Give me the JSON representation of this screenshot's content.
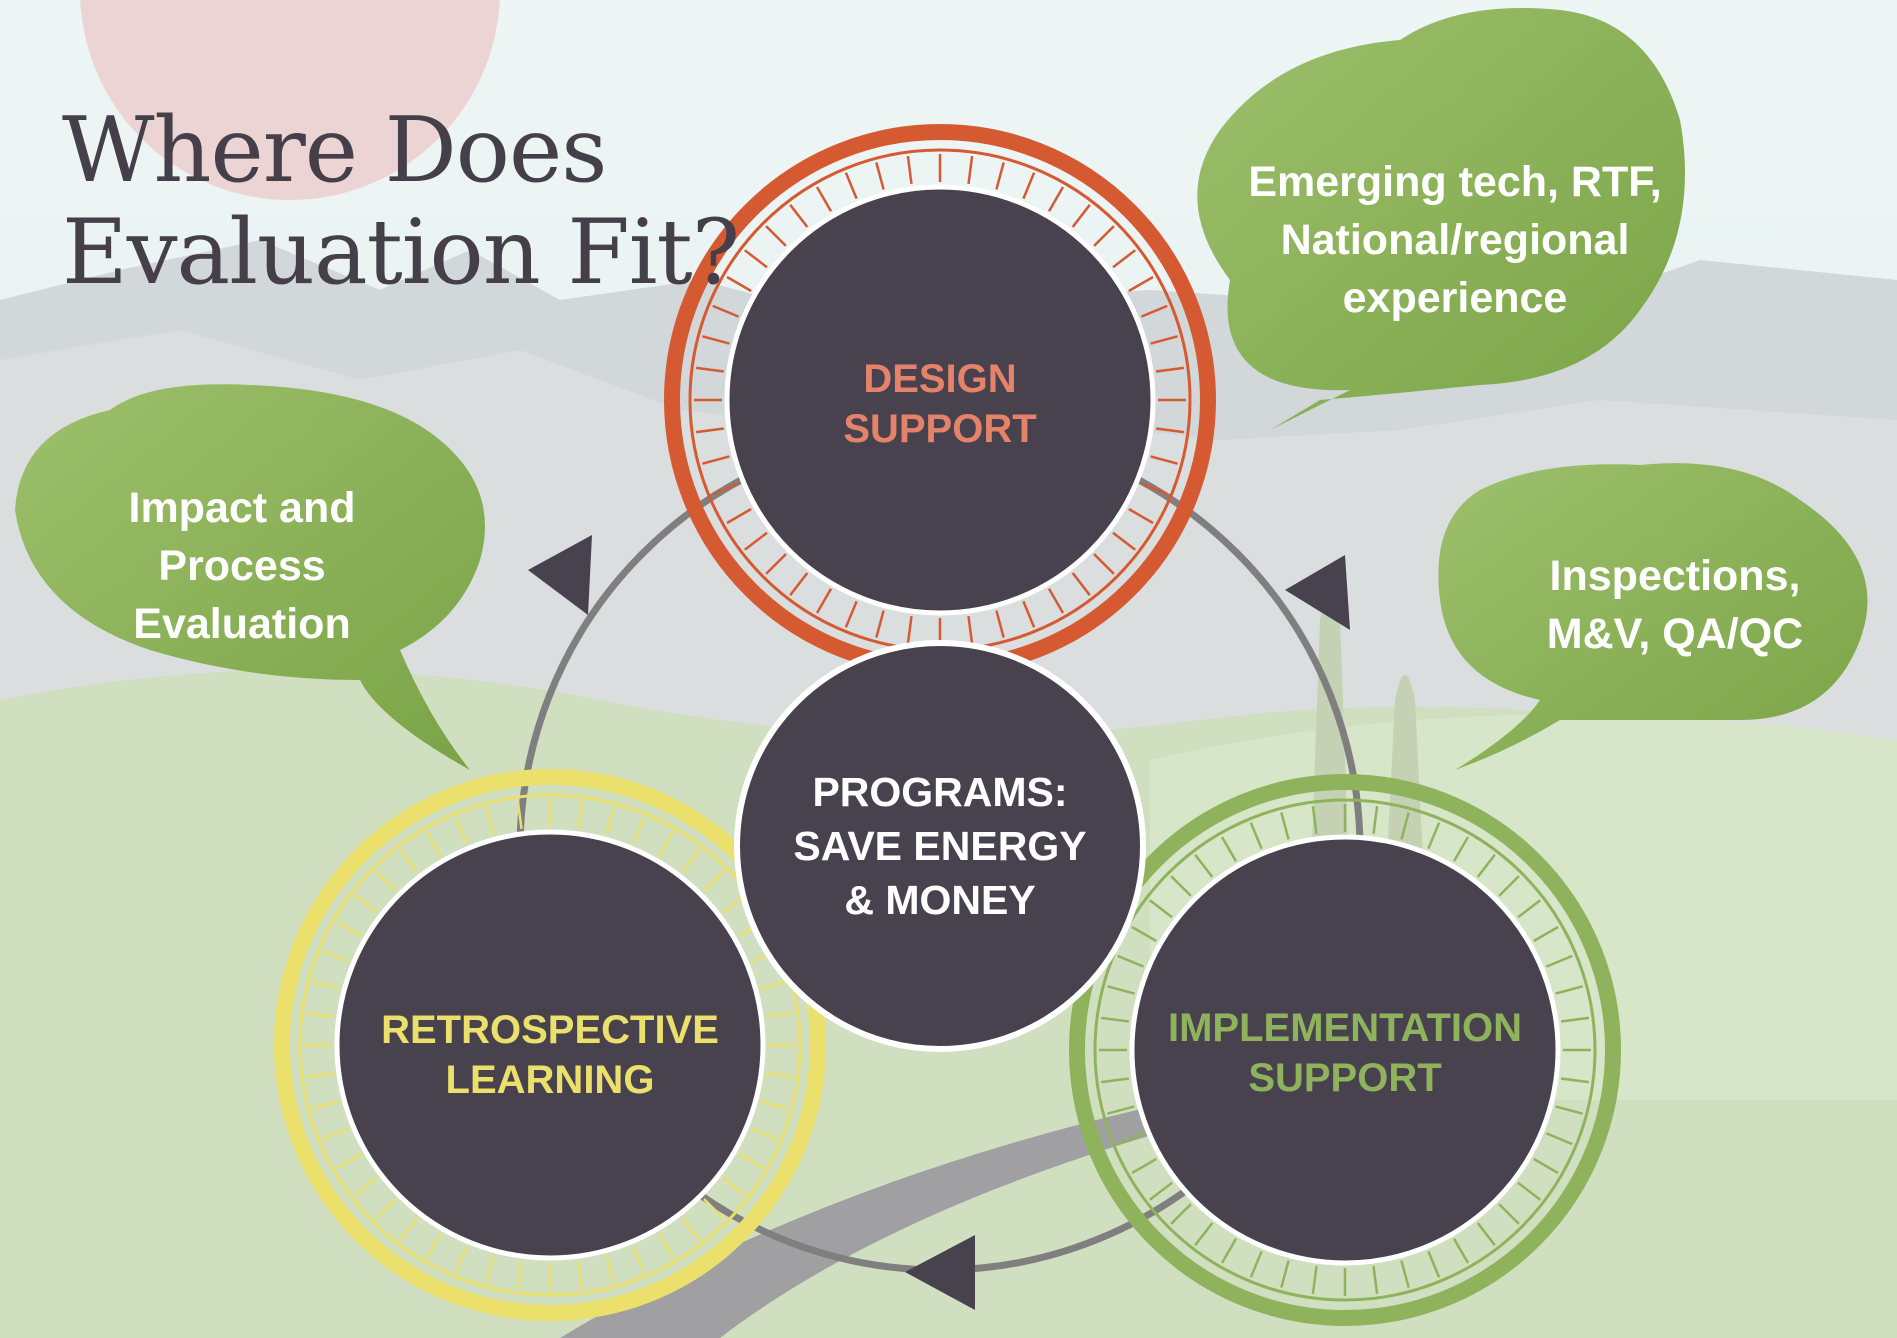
{
  "title": {
    "line1": "Where Does",
    "line2": "Evaluation Fit?"
  },
  "colors": {
    "design": "#d55a32",
    "retro": "#ece06c",
    "impl": "#8fb35c",
    "disc": "#48424e",
    "bubble": "#8db05a",
    "cycle": "#7f7f7f"
  },
  "circles": {
    "design": {
      "line1": "DESIGN",
      "line2": "SUPPORT"
    },
    "center": {
      "line1": "PROGRAMS:",
      "line2": "SAVE ENERGY",
      "line3": "& MONEY"
    },
    "retro": {
      "line1": "RETROSPECTIVE",
      "line2": "LEARNING"
    },
    "impl": {
      "line1": "IMPLEMENTATION",
      "line2": "SUPPORT"
    }
  },
  "bubbles": {
    "emerging": {
      "line1": "Emerging tech, RTF,",
      "line2": "National/regional",
      "line3": "experience"
    },
    "impact": {
      "line1": "Impact and",
      "line2": "Process",
      "line3": "Evaluation"
    },
    "inspections": {
      "line1": "Inspections,",
      "line2": "M&V, QA/QC"
    }
  }
}
